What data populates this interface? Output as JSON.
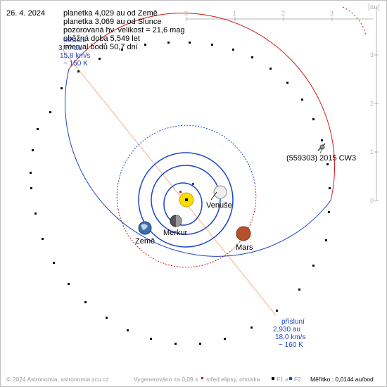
{
  "date": "26. 4. 2024",
  "info": {
    "line1": "planetka 4,029 au od Země",
    "line2": "planetka 3,069 au od Slunce",
    "line3": "pozorovaná hv. velikost = 21,6 mag",
    "line4": "oběžná doba 5,549 let",
    "line5": "interval bodů 50,7 dní"
  },
  "aphelion": {
    "title": "odsluní",
    "dist": "3,?? au",
    "speed": "15,8 km/s",
    "temp": "~ 150 K"
  },
  "perihelion": {
    "title": "přísluní",
    "dist": "2,930 au",
    "speed": "18,0 km/s",
    "temp": "~ 160 K"
  },
  "asteroid_label": "(559303) 2015 CW3",
  "planets": {
    "venus": "Venuše",
    "mercury": "Merkur",
    "earth": "Země",
    "mars": "Mars"
  },
  "axis": {
    "unit": "[au]",
    "top_ticks": [
      "0",
      "1",
      "2",
      "3"
    ],
    "right_ticks": [
      "3",
      "2",
      "1",
      "0"
    ]
  },
  "footer": {
    "copyright": "© 2024 Astronomia, astronomia.zcu.cz",
    "generated": "Vygenerováno za 0,09 s",
    "legend_center": "střed elipsy, ohniska",
    "legend_f1": "F1 a",
    "legend_f2": "F2",
    "scale": "Měřítko : 0,0144 au/bod"
  },
  "colors": {
    "orbit_above": "#d01818",
    "orbit_below": "#1a44c8",
    "apsides_line": "#f2b48c",
    "sun": "#ffdd00",
    "axis": "#b4b4b4"
  }
}
